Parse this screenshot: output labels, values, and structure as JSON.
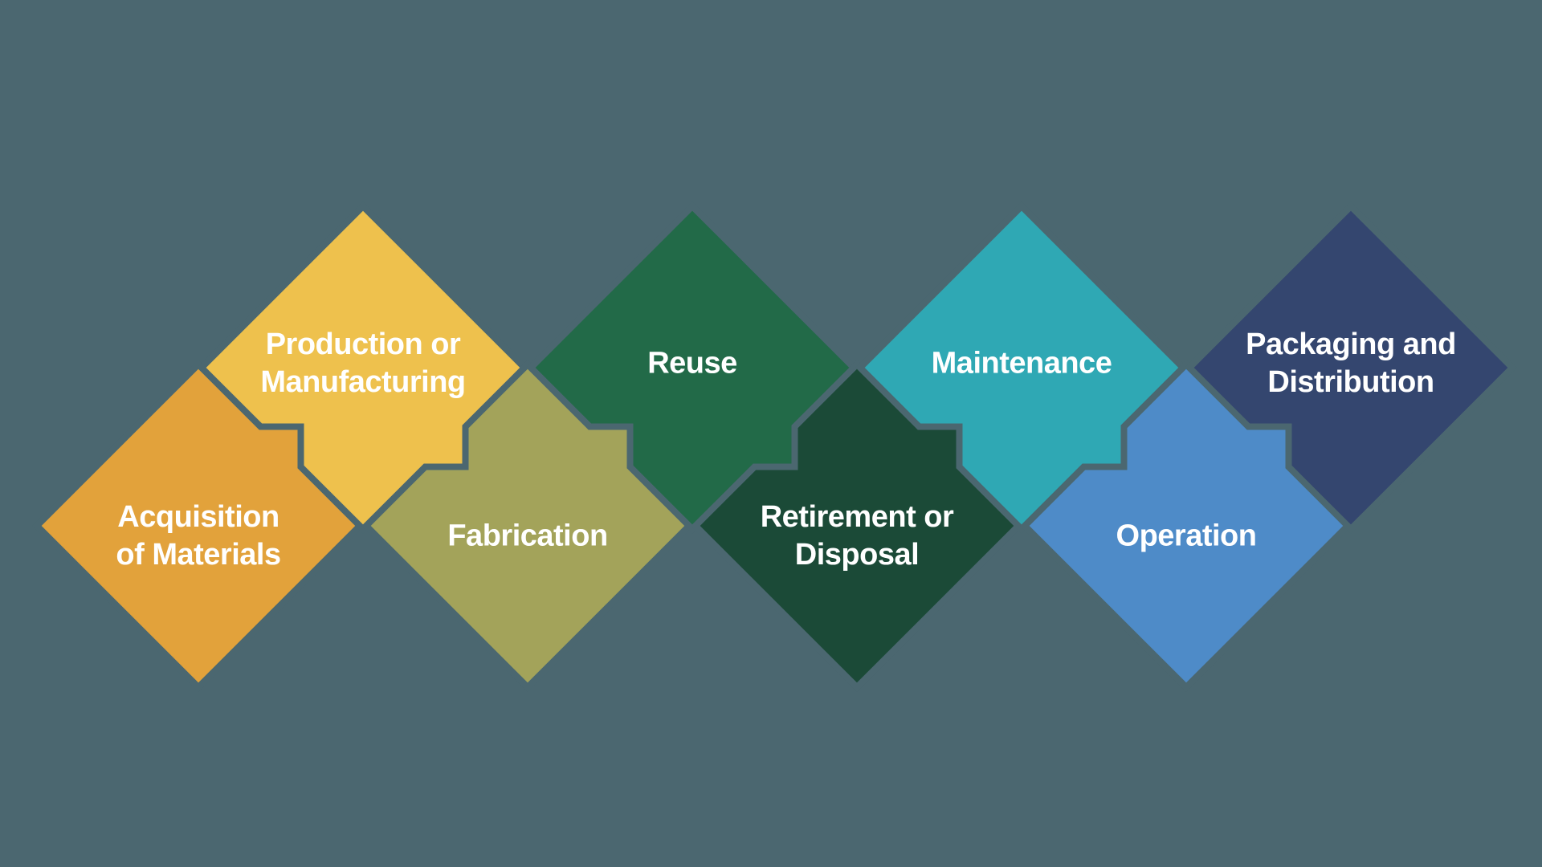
{
  "title": "Product life cycle interlocking diamonds diagram",
  "background_color": "#4b6770",
  "text_color": "#ffffff",
  "stages": [
    {
      "label": "Acquisition\nof Materials",
      "color": "#e2a23b",
      "row": "bottom"
    },
    {
      "label": "Production or\nManufacturing",
      "color": "#eec14d",
      "row": "top"
    },
    {
      "label": "Fabrication",
      "color": "#a3a35a",
      "row": "bottom"
    },
    {
      "label": "Reuse",
      "color": "#226a48",
      "row": "top"
    },
    {
      "label": "Retirement or\nDisposal",
      "color": "#1b4a37",
      "row": "bottom"
    },
    {
      "label": "Maintenance",
      "color": "#2fa8b4",
      "row": "top"
    },
    {
      "label": "Operation",
      "color": "#4e8bc8",
      "row": "bottom"
    },
    {
      "label": "Packaging and\nDistribution",
      "color": "#34466f",
      "row": "top"
    }
  ]
}
